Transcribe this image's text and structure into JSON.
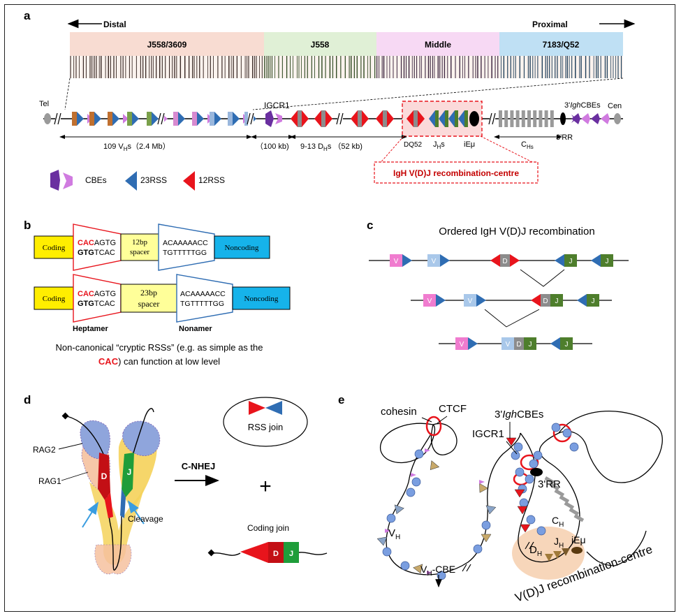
{
  "panels": {
    "a": "a",
    "b": "b",
    "c": "c",
    "d": "d",
    "e": "e"
  },
  "colors": {
    "rss12": "#e8141c",
    "rss23": "#2f6db3",
    "cbe_dark": "#6a2fa0",
    "cbe_light": "#d07be0",
    "j558_3609": "#f8dcd2",
    "j558": "#e0f0d6",
    "middle": "#f7d9f4",
    "q52": "#bfe0f4",
    "coding": "#ffee00",
    "noncoding": "#16b3ea",
    "spacer": "#ffff99",
    "seg_V": "#f07ccf",
    "seg_V2": "#a9c8ea",
    "seg_D": "#8c8c8c",
    "seg_J": "#4e7e2c"
  },
  "panel_a": {
    "distal": "Distal",
    "proximal": "Proximal",
    "families": [
      "J558/3609",
      "J558",
      "Middle",
      "7183/Q52"
    ],
    "tel": "Tel",
    "cen": "Cen",
    "igcr1": "IGCR1",
    "cbes_3": "3'IghCBEs",
    "vh_span": "109 VHs（2.4 Mb）",
    "igcr1_span": "（100 kb)",
    "dh_span": "9-13 DHs （52 kb)",
    "dq52": "DQ52",
    "jhs": "JHs",
    "iemu": "iEμ",
    "chs": "CHs",
    "rr3": "3'RR",
    "centre_box": "IgH V(D)J recombination-centre",
    "legend": {
      "cbes": "CBEs",
      "rss23": "23RSS",
      "rss12": "12RSS"
    }
  },
  "panel_b": {
    "coding": "Coding",
    "noncoding": "Noncoding",
    "hept_top_red": "CAC",
    "hept_top_rest": "AGTG",
    "hept_bot_bold": "GTG",
    "hept_bot_rest": "TCAC",
    "spacer12": [
      "12bp",
      "spacer"
    ],
    "spacer23": [
      "23bp",
      "spacer"
    ],
    "non_top": "ACAAAAACC",
    "non_bot": "TGTTTTTGG",
    "heptamer": "Heptamer",
    "nonamer": "Nonamer",
    "note_line1": "Non-canonical “cryptic RSSs” (e.g. as simple as the",
    "note_cac": "CAC",
    "note_line2": ") can function at low level"
  },
  "panel_c": {
    "title": "Ordered IgH V(D)J recombination",
    "v": "V",
    "d": "D",
    "j": "J"
  },
  "panel_d": {
    "rag2": "RAG2",
    "rag1": "RAG1",
    "d": "D",
    "j": "J",
    "cleavage": "Cleavage",
    "cnhej": "C-NHEJ",
    "plus": "+",
    "rss_join": "RSS join",
    "coding_join": "Coding join"
  },
  "panel_e": {
    "cohesin": "cohesin",
    "ctcf": "CTCF",
    "cbes_3": "3'IghCBEs",
    "igcr1": "IGCR1",
    "rr3": "3'RR",
    "ch": "CH",
    "dh": "DH",
    "jh": "JH",
    "iemu": "iEμ",
    "vh": "VH",
    "vh_cbe": "VH-CBE",
    "centre": "V(D)J recombination-centre"
  }
}
